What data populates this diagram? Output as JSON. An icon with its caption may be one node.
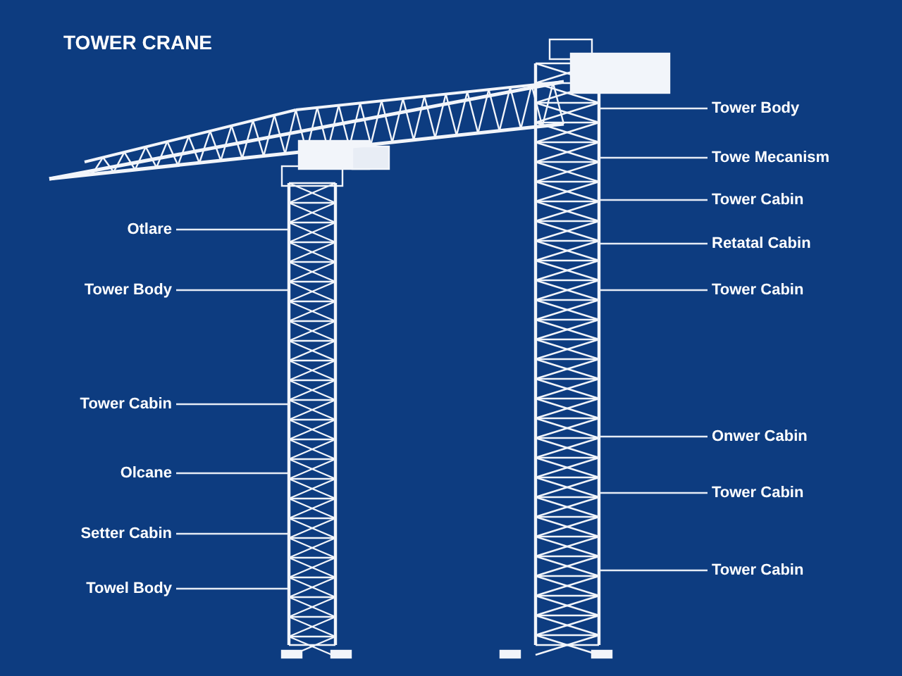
{
  "diagram": {
    "title": "TOWER CRANE",
    "nodes": [
      {
        "text": [
          "Otlare"
        ]
      },
      {
        "text": [
          "Tower Body"
        ]
      },
      {
        "text": [
          "Tower Cabin"
        ]
      },
      {
        "text": [
          "Olcane"
        ]
      },
      {
        "text": [
          "Setter Cabin"
        ]
      },
      {
        "text": [
          "Towel Body"
        ]
      },
      {
        "text": [
          "Tower Body"
        ]
      },
      {
        "text": [
          "Towe Mecanism"
        ]
      },
      {
        "text": [
          "Tower Cabin"
        ]
      },
      {
        "text": [
          "Retatal Cabin"
        ]
      },
      {
        "text": [
          "Tower Cabin"
        ]
      },
      {
        "text": [
          "Onwer Cabin"
        ]
      },
      {
        "text": [
          "Tower Cabin"
        ]
      },
      {
        "text": [
          "Tower Cabin"
        ]
      }
    ],
    "edges": [
      {
        "from": 0,
        "to": null,
        "arrow": "none"
      },
      {
        "from": 1,
        "to": null,
        "arrow": "none"
      },
      {
        "from": 2,
        "to": null,
        "arrow": "none"
      },
      {
        "from": 3,
        "to": null,
        "arrow": "none"
      },
      {
        "from": 4,
        "to": null,
        "arrow": "none"
      },
      {
        "from": 5,
        "to": null,
        "arrow": "none"
      },
      {
        "from": 6,
        "to": null,
        "arrow": "none"
      },
      {
        "from": 7,
        "to": null,
        "arrow": "none"
      },
      {
        "from": 8,
        "to": null,
        "arrow": "none"
      },
      {
        "from": 9,
        "to": null,
        "arrow": "none"
      },
      {
        "from": 10,
        "to": null,
        "arrow": "none"
      },
      {
        "from": 11,
        "to": null,
        "arrow": "none"
      },
      {
        "from": 12,
        "to": null,
        "arrow": "none"
      },
      {
        "from": 13,
        "to": null,
        "arrow": "none"
      }
    ]
  }
}
